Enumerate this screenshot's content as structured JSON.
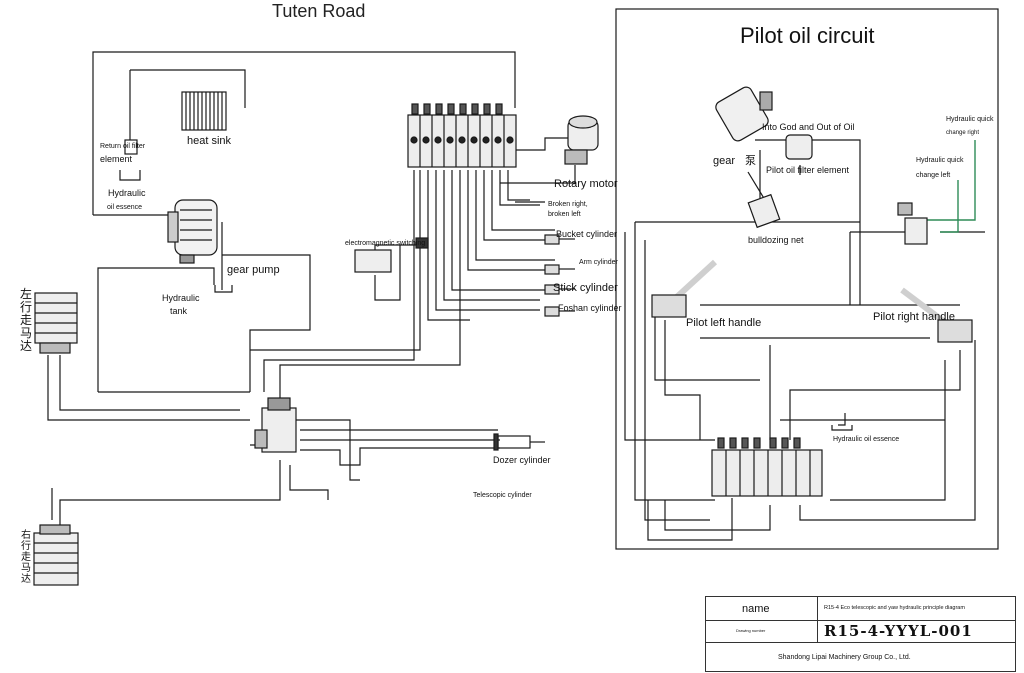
{
  "left": {
    "title": "Tuten Road",
    "labels": {
      "return_filter": "Return oil filter",
      "element": "element",
      "heat_sink": "heat sink",
      "hydraulic_oil_essence": "Hydraulic\noil essence",
      "hydraulic": "Hydraulic",
      "oil_essence": "oil essence",
      "gear_pump": "gear pump",
      "tank_line1": "Hydraulic",
      "tank_line2": "tank",
      "electromagnetic_switching": "electromagnetic switching",
      "rotary_motor": "Rotary motor",
      "broken_right": "Broken right,",
      "broken_left": "broken left",
      "bucket_cylinder": "Bucket cylinder",
      "arm_cylinder": "Arm cylinder",
      "stick_cylinder": "Stick cylinder",
      "foshan_cylinder": "Foshan cylinder",
      "dozer_cylinder": "Dozer cylinder",
      "telescopic_cylinder": "Telescopic cylinder"
    },
    "vertical_cn_top": [
      "左",
      "行",
      "走",
      "马",
      "达"
    ],
    "vertical_cn_bottom": [
      "右",
      "行",
      "走",
      "马",
      "达"
    ]
  },
  "right": {
    "title": "Pilot oil circuit",
    "labels": {
      "into_god": "Into God and Out of Oil",
      "gear": "gear",
      "pump_cn": "泵",
      "pilot_filter": "Pilot oil filter element",
      "quick_right_1": "Hydraulic quick",
      "quick_right_2": "change right",
      "quick_left_1": "Hydraulic quick",
      "quick_left_2": "change left",
      "bulldozing_net": "bulldozing net",
      "pilot_left_handle": "Pilot left handle",
      "pilot_right_handle": "Pilot right handle",
      "hydraulic_oil_essence": "Hydraulic oil essence"
    }
  },
  "title_block": {
    "name_label": "name",
    "drawing_name": "R15-4 Eco telescopic and yaw hydraulic principle diagram",
    "drawing_number_label": "Drawing number",
    "drawing_number": "R15-4-YYYL-001",
    "company": "Shandong Lipai Machinery Group Co., Ltd."
  },
  "colors": {
    "line": "#1a1a1a",
    "quick_change_line": "#2e8b57"
  }
}
